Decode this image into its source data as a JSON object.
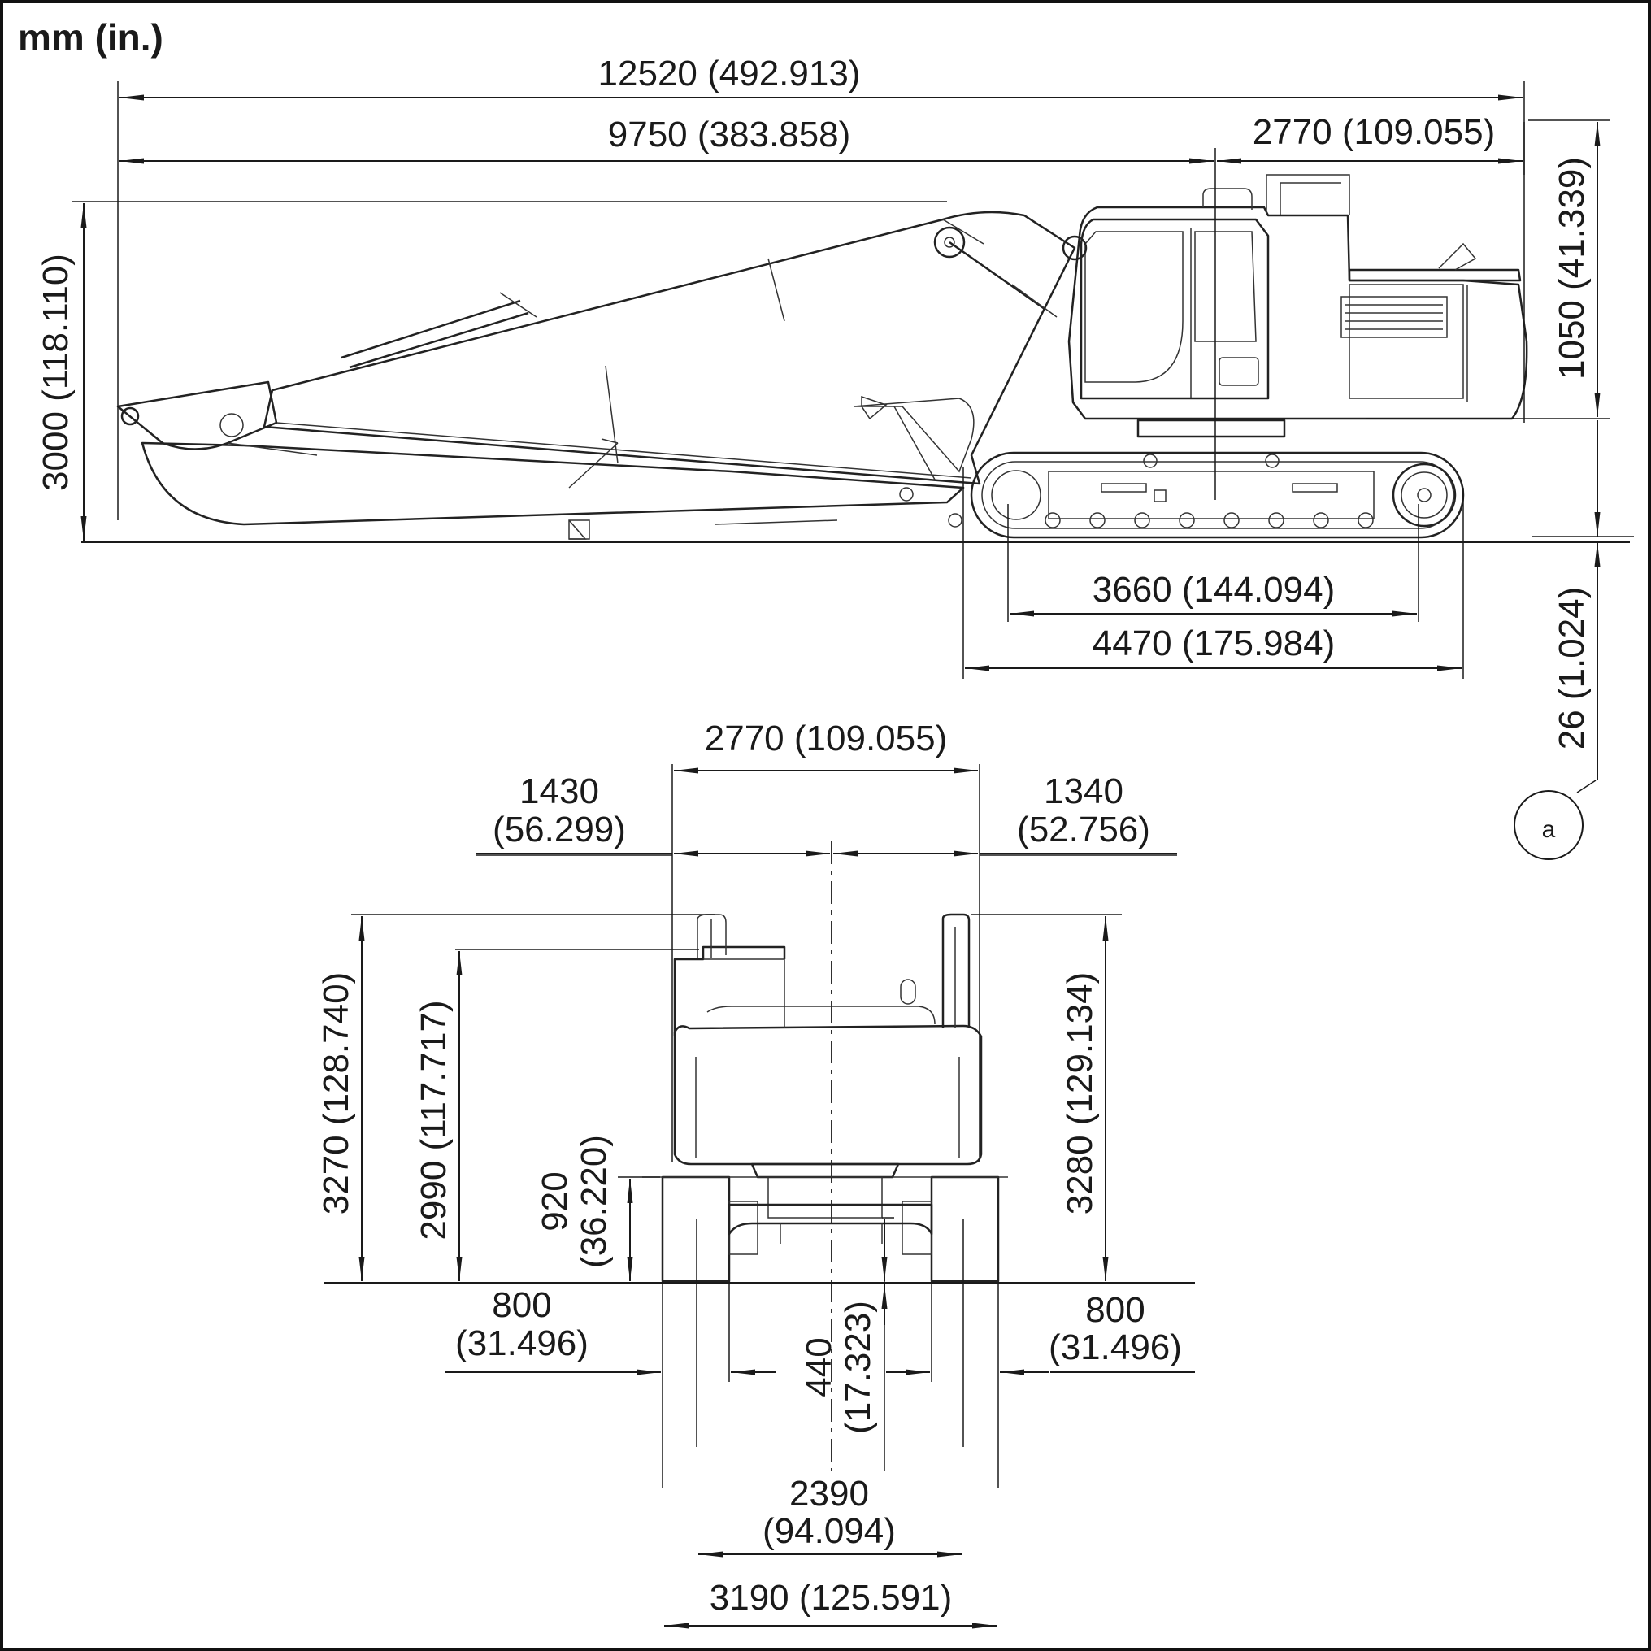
{
  "units_label": "mm (in.)",
  "callout": "a",
  "side_view": {
    "overall_length": "12520 (492.913)",
    "transport_length": "9750 (383.858)",
    "tail_swing": "2770 (109.055)",
    "overall_height": "3000 (118.110)",
    "counterweight_clearance": "1050 (41.339)",
    "grouser_height": "26 (1.024)",
    "tumbler_distance": "3660 (144.094)",
    "track_length": "4470 (175.984)"
  },
  "rear_view": {
    "upper_width": "2770 (109.055)",
    "left_half_width": [
      "1430",
      "(56.299)"
    ],
    "right_half_width": [
      "1340",
      "(52.756)"
    ],
    "cab_height": "3270 (128.740)",
    "engine_hood_height": "2990 (117.717)",
    "counterweight_ground": [
      "920",
      "(36.220)"
    ],
    "handrail_height": "3280 (129.134)",
    "left_shoe_width": [
      "800",
      "(31.496)"
    ],
    "right_shoe_width": [
      "800",
      "(31.496)"
    ],
    "ground_clearance": [
      "440",
      "(17.323)"
    ],
    "track_gauge": [
      "2390",
      "(94.094)"
    ],
    "undercarriage_width": "3190 (125.591)"
  },
  "icons": {
    "arrowhead": "filled-triangle-arrowhead",
    "callout": "circle-letter-callout"
  }
}
